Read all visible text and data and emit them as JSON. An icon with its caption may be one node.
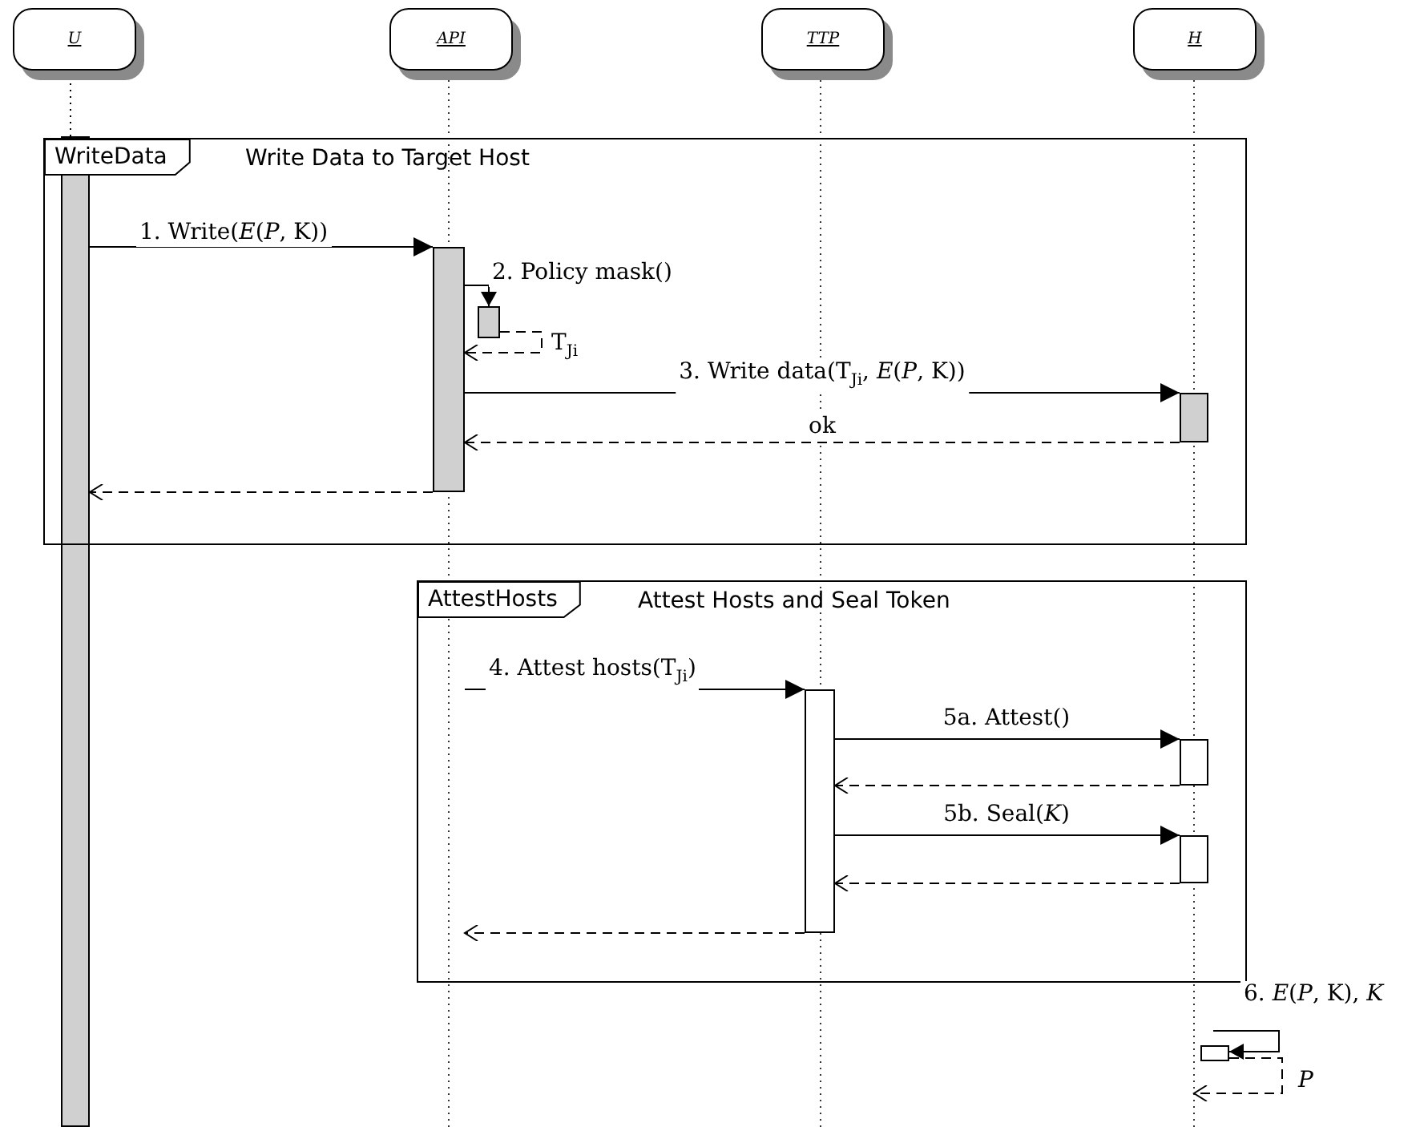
{
  "diagram": {
    "nodes": [
      {
        "text": [
          "U"
        ]
      },
      {
        "text": [
          "API"
        ]
      },
      {
        "text": [
          "TTP"
        ]
      },
      {
        "text": [
          "H"
        ]
      },
      {
        "text": [
          "WriteData",
          "Write Data to Target Host"
        ]
      },
      {
        "text": [
          "AttestHosts",
          "Attest Hosts and Seal Token"
        ]
      },
      {
        "text": [],
        "shape": "bar"
      },
      {
        "text": [],
        "shape": "bar",
        "in": 4
      },
      {
        "text": [],
        "shape": "bar",
        "in": 4
      },
      {
        "text": [],
        "shape": "bar",
        "in": 4
      },
      {
        "text": [],
        "shape": "bar",
        "in": 5
      },
      {
        "text": [],
        "shape": "bar",
        "in": 5
      },
      {
        "text": [],
        "shape": "bar",
        "in": 5
      },
      {
        "text": [],
        "shape": "bar"
      }
    ],
    "edges": [
      {
        "from": 6,
        "to": 7,
        "arrow": "to",
        "label": "1. Write(*E*(*P*, K))"
      },
      {
        "from": 7,
        "to": 8,
        "arrow": "to",
        "label": "2. Policy mask()"
      },
      {
        "from": 8,
        "to": 7,
        "arrow": "to",
        "style": "dashed",
        "label": "T$_{Ji}$"
      },
      {
        "from": 7,
        "to": 9,
        "arrow": "to",
        "label": "3. Write data(T$_{Ji}$, *E*(*P*, K))"
      },
      {
        "from": 9,
        "to": 7,
        "arrow": "to",
        "style": "dashed",
        "label": "ok"
      },
      {
        "from": 7,
        "to": 6,
        "arrow": "to",
        "style": "dashed"
      },
      {
        "from": null,
        "to": 10,
        "arrow": "to",
        "label": "4. Attest hosts(T$_{Ji}$)"
      },
      {
        "from": 10,
        "to": 11,
        "arrow": "to",
        "label": "5a. Attest()"
      },
      {
        "from": 11,
        "to": 10,
        "arrow": "to",
        "style": "dashed"
      },
      {
        "from": 10,
        "to": 12,
        "arrow": "to",
        "label": "5b. Seal(*K*)"
      },
      {
        "from": 12,
        "to": 10,
        "arrow": "to",
        "style": "dashed"
      },
      {
        "from": 10,
        "to": null,
        "arrow": "to",
        "style": "dashed"
      },
      {
        "from": null,
        "to": 13,
        "arrow": "to",
        "label": "6. *E*(*P*, K), *K*"
      },
      {
        "from": 13,
        "to": null,
        "arrow": "to",
        "style": "dashed",
        "label": "*P*"
      },
      {
        "from": 0,
        "to": 6,
        "arrow": "none",
        "style": "dashed"
      }
    ]
  }
}
